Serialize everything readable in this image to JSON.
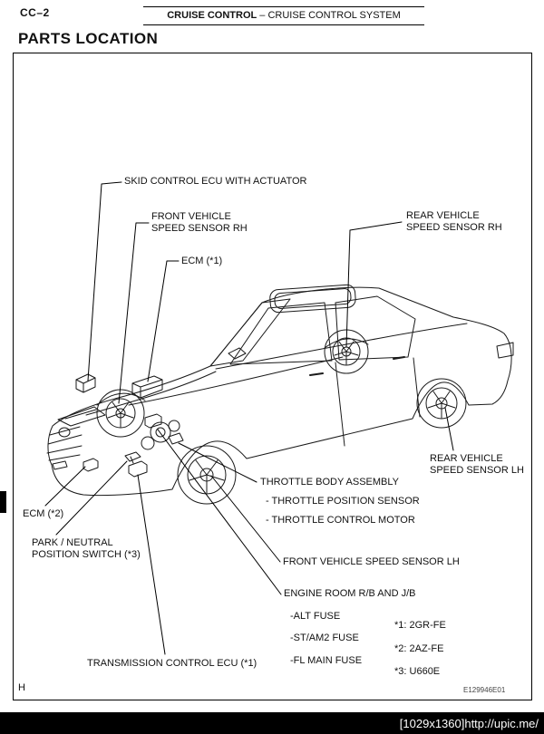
{
  "header": {
    "page_code": "CC–2",
    "section_bold": "CRUISE CONTROL",
    "section_rest": "–  CRUISE CONTROL SYSTEM",
    "title": "PARTS LOCATION"
  },
  "callouts": {
    "skid_control": "SKID CONTROL ECU WITH ACTUATOR",
    "front_sensor_rh_line1": "FRONT VEHICLE",
    "front_sensor_rh_line2": "SPEED SENSOR RH",
    "ecm_1": "ECM (*1)",
    "rear_sensor_rh_line1": "REAR VEHICLE",
    "rear_sensor_rh_line2": "SPEED SENSOR RH",
    "rear_sensor_lh_line1": "REAR VEHICLE",
    "rear_sensor_lh_line2": "SPEED SENSOR LH",
    "throttle_body": "THROTTLE BODY ASSEMBLY",
    "throttle_sub1": "- THROTTLE POSITION SENSOR",
    "throttle_sub2": "- THROTTLE CONTROL MOTOR",
    "ecm_2": "ECM (*2)",
    "park_neutral_line1": "PARK / NEUTRAL",
    "park_neutral_line2": "POSITION SWITCH  (*3)",
    "front_sensor_lh": "FRONT VEHICLE SPEED SENSOR LH",
    "engine_room": "ENGINE ROOM R/B AND J/B",
    "engine_sub1": "-ALT FUSE",
    "engine_sub2": "-ST/AM2 FUSE",
    "engine_sub3": "-FL MAIN FUSE",
    "transmission": "TRANSMISSION CONTROL ECU (*1)"
  },
  "notes": {
    "n1": "*1: 2GR-FE",
    "n2": "*2: 2AZ-FE",
    "n3": "*3: U660E"
  },
  "footer": {
    "revision": "H",
    "figure_code": "E129946E01",
    "watermark": "[1029x1360]http://upic.me/"
  }
}
